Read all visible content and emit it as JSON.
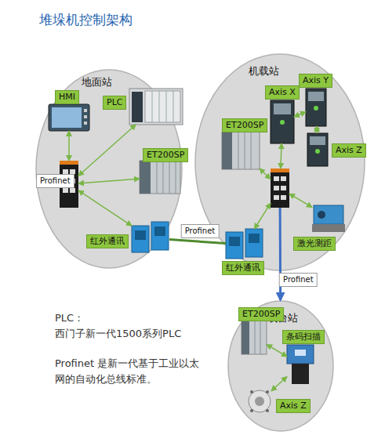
{
  "diagram": {
    "title": "堆垛机控制架构",
    "nodes": [
      {
        "text": [
          "地面站"
        ]
      },
      {
        "text": [
          "HMI"
        ],
        "in": 0
      },
      {
        "text": [
          "PLC"
        ],
        "in": 0
      },
      {
        "text": [
          "Profinet"
        ],
        "in": 0
      },
      {
        "text": [
          "ET200SP"
        ],
        "in": 0
      },
      {
        "text": [
          "红外通讯"
        ],
        "in": 0
      },
      {
        "text": [
          "机载站"
        ]
      },
      {
        "text": [
          "ET200SP"
        ],
        "in": 6
      },
      {
        "text": [
          "Axis X"
        ],
        "in": 6
      },
      {
        "text": [
          "Axis Y"
        ],
        "in": 6
      },
      {
        "text": [
          "Axis Z"
        ],
        "in": 6
      },
      {
        "text": [],
        "in": 6
      },
      {
        "text": [
          "激光测距"
        ],
        "in": 6
      },
      {
        "text": [
          "红外通讯"
        ],
        "in": 6
      },
      {
        "text": [
          "载台站"
        ]
      },
      {
        "text": [
          "ET200SP"
        ],
        "in": 14
      },
      {
        "text": [
          "条码扫描"
        ],
        "in": 14
      },
      {
        "text": [
          "Axis Z"
        ],
        "in": 14
      }
    ],
    "edges": [
      {
        "from": 1,
        "to": 3,
        "arrow": "both"
      },
      {
        "from": 2,
        "to": 3,
        "arrow": "both"
      },
      {
        "from": 4,
        "to": 3,
        "arrow": "both"
      },
      {
        "from": 5,
        "to": 3,
        "arrow": "both"
      },
      {
        "from": 5,
        "to": 13,
        "label": "Profinet",
        "arrow": "none"
      },
      {
        "from": 11,
        "to": 7,
        "arrow": "both"
      },
      {
        "from": 11,
        "to": 8,
        "arrow": "both"
      },
      {
        "from": 8,
        "to": 9,
        "arrow": "both"
      },
      {
        "from": 9,
        "to": 10,
        "arrow": "both"
      },
      {
        "from": 11,
        "to": 12,
        "arrow": "both"
      },
      {
        "from": 11,
        "to": 13,
        "arrow": "both"
      },
      {
        "from": 11,
        "to": 14,
        "label": "Profinet",
        "arrow": "to"
      },
      {
        "from": 15,
        "to": 16,
        "arrow": "both"
      },
      {
        "from": 16,
        "to": 17,
        "arrow": "both"
      }
    ],
    "labels": [
      "PLC：",
      "西门子新一代1500系列PLC",
      "Profinet 是新一代基于工业以太网的自动化总线标准。"
    ]
  }
}
